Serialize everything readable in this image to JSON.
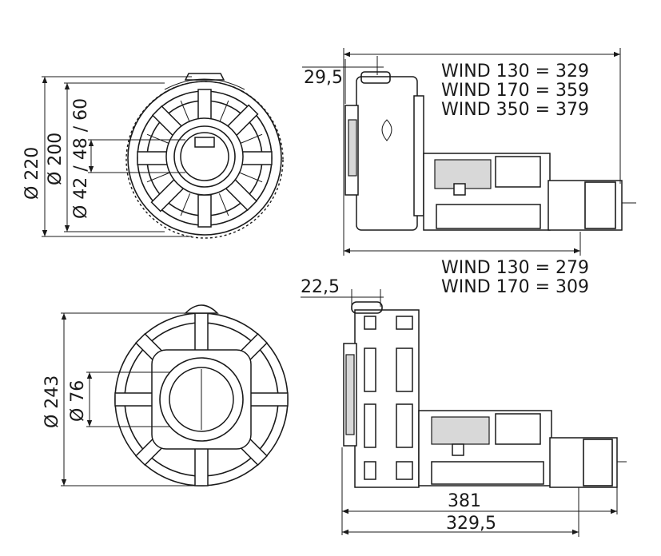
{
  "top_left": {
    "dia_220": "Ø 220",
    "dia_200": "Ø 200",
    "dia_shaft": "Ø 42 / 48 / 60"
  },
  "top_right": {
    "offset": "29,5",
    "length_lines": [
      "WIND 130 = 329",
      "WIND 170 = 359",
      "WIND 350 = 379"
    ],
    "base_lines": [
      "WIND 130 = 279",
      "WIND 170 = 309"
    ]
  },
  "bottom_left": {
    "dia_243": "Ø 243",
    "dia_76": "Ø 76"
  },
  "bottom_right": {
    "offset": "22,5",
    "length_381": "381",
    "length_329": "329,5"
  }
}
